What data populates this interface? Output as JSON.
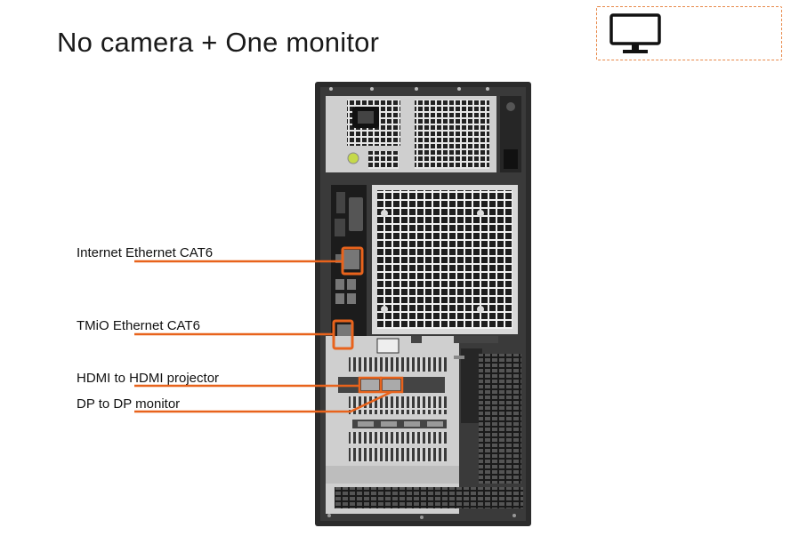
{
  "title": "No camera + One monitor",
  "labels": {
    "internet": "Internet Ethernet CAT6",
    "tmio": "TMiO Ethernet CAT6",
    "hdmi": "HDMI to HDMI projector",
    "dp": "DP to DP monitor"
  },
  "colors": {
    "accent": "#e8631c",
    "dashed_border": "#e8894a",
    "chassis": "#2b2b2b",
    "panel": "#c9c9c9"
  },
  "icons": {
    "header": "monitor-icon"
  }
}
